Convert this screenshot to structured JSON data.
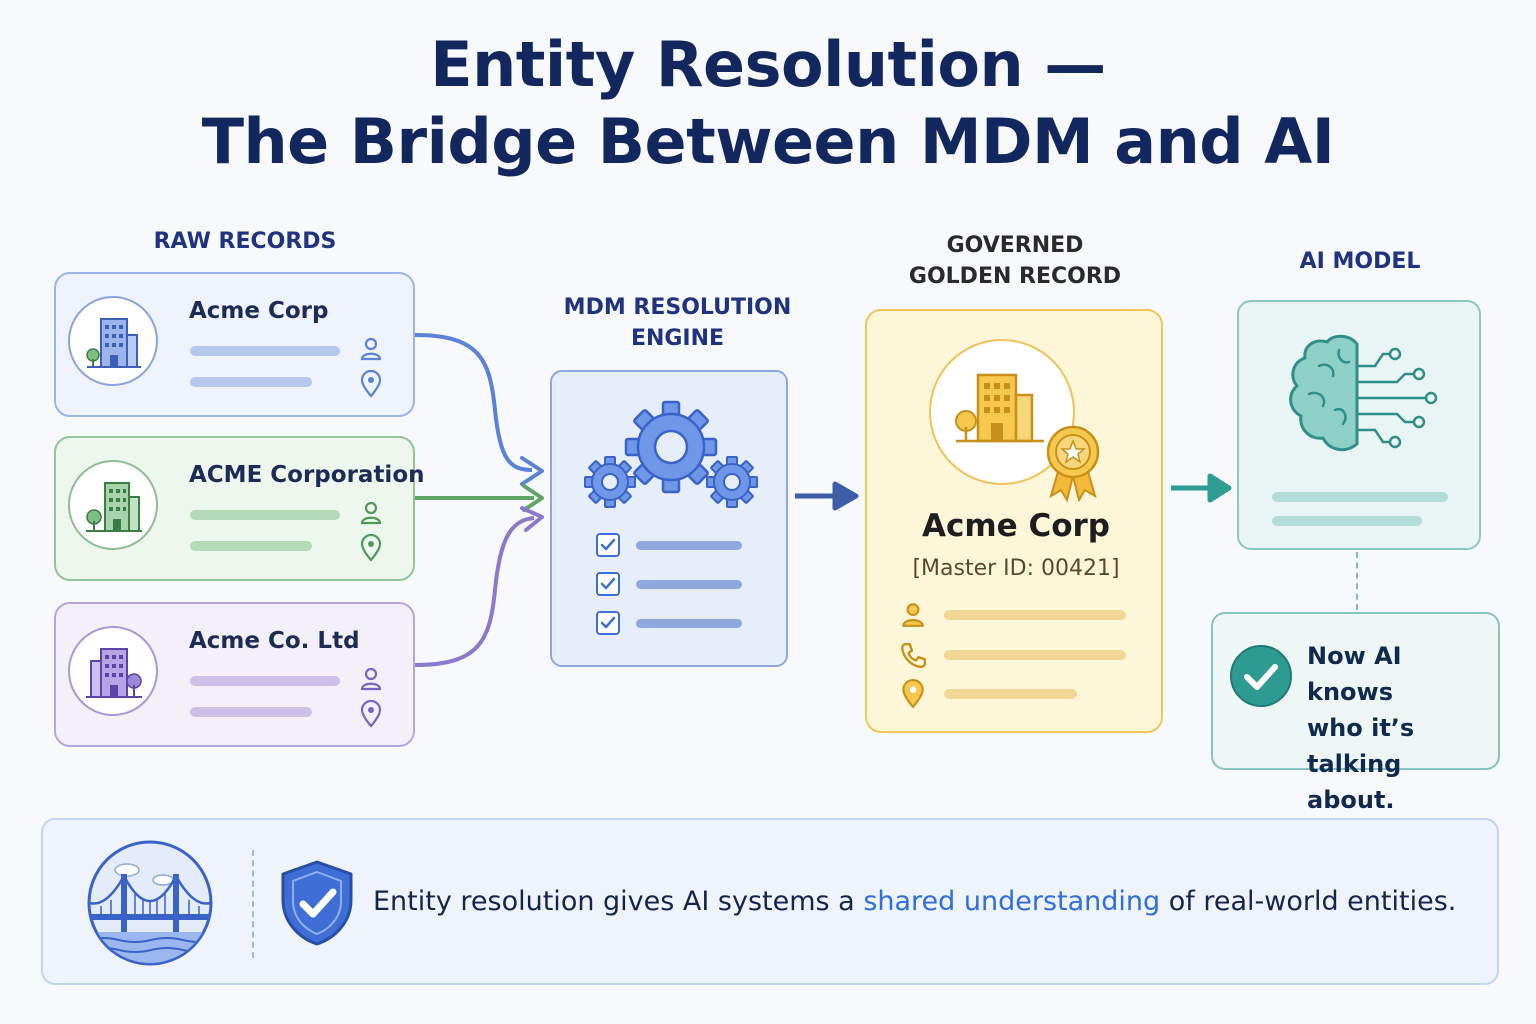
{
  "title": {
    "line1": "Entity Resolution —",
    "line2": "The Bridge Between MDM and AI"
  },
  "columns": {
    "raw_label": "RAW RECORDS",
    "engine_label_line1": "MDM RESOLUTION",
    "engine_label_line2": "ENGINE",
    "golden_label_line1": "GOVERNED",
    "golden_label_line2": "GOLDEN RECORD",
    "ai_label": "AI MODEL"
  },
  "raw_records": [
    {
      "name": "Acme Corp",
      "color": "#5b82d6"
    },
    {
      "name": "ACME Corporation",
      "color": "#5fa566"
    },
    {
      "name": "Acme Co. Ltd",
      "color": "#8c78cc"
    }
  ],
  "golden_record": {
    "name": "Acme Corp",
    "master_id": "[Master ID: 00421]"
  },
  "note": {
    "line1": "Now AI knows",
    "line2": "who it’s",
    "line3": "talking about."
  },
  "footer": {
    "text_before": "Entity resolution gives AI systems a ",
    "highlight": "shared understanding",
    "text_after": " of real-world entities."
  },
  "colors": {
    "title": "#13275f",
    "blue": "#5b82d6",
    "green": "#5fa566",
    "purple": "#8c78cc",
    "gold": "#efc25a",
    "teal": "#3aa39c",
    "highlight": "#2f6ee0"
  }
}
